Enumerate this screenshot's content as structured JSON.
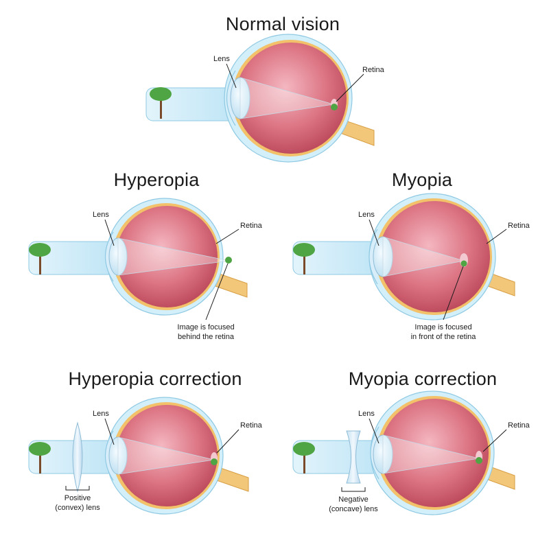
{
  "panels": {
    "normal": {
      "title": "Normal vision",
      "lens_label": "Lens",
      "retina_label": "Retina"
    },
    "hyperopia": {
      "title": "Hyperopia",
      "lens_label": "Lens",
      "retina_label": "Retina",
      "caption_line1": "Image is focused",
      "caption_line2": "behind the retina"
    },
    "myopia": {
      "title": "Myopia",
      "lens_label": "Lens",
      "retina_label": "Retina",
      "caption_line1": "Image is focused",
      "caption_line2": "in front of the retina"
    },
    "hyperopia_correction": {
      "title": "Hyperopia correction",
      "lens_label": "Lens",
      "retina_label": "Retina",
      "corrective_line1": "Positive",
      "corrective_line2": "(convex) lens"
    },
    "myopia_correction": {
      "title": "Myopia correction",
      "lens_label": "Lens",
      "retina_label": "Retina",
      "corrective_line1": "Negative",
      "corrective_line2": "(concave) lens"
    }
  },
  "colors": {
    "eyeball": "#d86b7b",
    "eyeball_highlight": "#f2b3bd",
    "sclera": "#cfeef8",
    "choroid": "#f2c16a",
    "light_beam": "#c6e9f8",
    "lens": "#d7eefa",
    "tree_foliage": "#4fa543",
    "tree_trunk": "#7a4a2a",
    "optic_nerve": "#f3c77a"
  }
}
